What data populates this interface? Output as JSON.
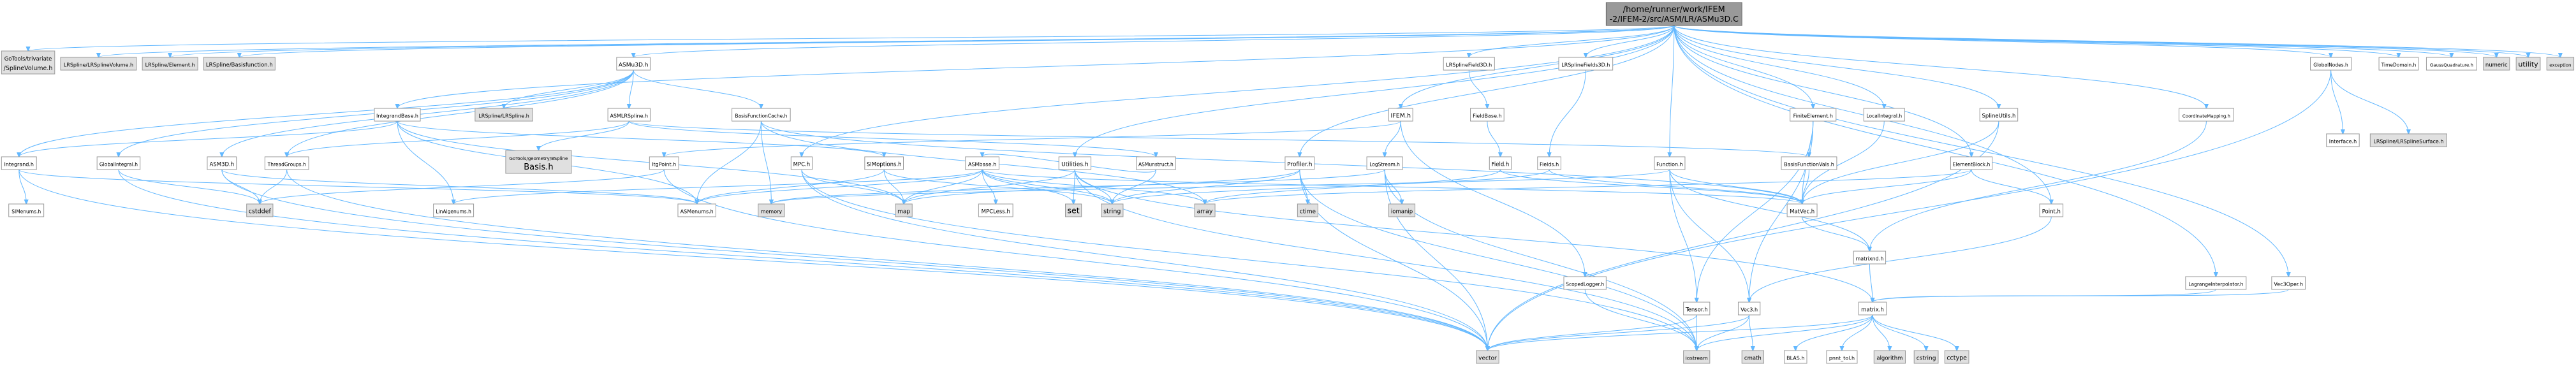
{
  "graph": {
    "root": "n_root",
    "colors": {
      "root_fill": "#999999",
      "internal_fill": "#ffffff",
      "external_fill": "#e0e0e0",
      "edge": "#63b8ff"
    },
    "nodes": [
      {
        "id": "n_root",
        "label": [
          "/home/runner/work/IFEM",
          "-2/IFEM-2/src/ASM/LR/ASMu3D.C"
        ],
        "kind": "root"
      },
      {
        "id": "n_gotoolsTriv",
        "label": [
          "GoTools/trivariate",
          "/SplineVolume.h"
        ],
        "kind": "external"
      },
      {
        "id": "n_lrVol",
        "label": [
          "LRSpline/LRSplineVolume.h"
        ],
        "kind": "external"
      },
      {
        "id": "n_lrElem",
        "label": [
          "LRSpline/Element.h"
        ],
        "kind": "external"
      },
      {
        "id": "n_lrBasis",
        "label": [
          "LRSpline/Basisfunction.h"
        ],
        "kind": "external"
      },
      {
        "id": "n_asmu3dh",
        "label": [
          "ASMu3D.h"
        ],
        "kind": "internal"
      },
      {
        "id": "n_lrfield3d",
        "label": [
          "LRSplineField3D.h"
        ],
        "kind": "internal"
      },
      {
        "id": "n_lrfields3d",
        "label": [
          "LRSplineFields3D.h"
        ],
        "kind": "internal"
      },
      {
        "id": "n_globalnodes",
        "label": [
          "GlobalNodes.h"
        ],
        "kind": "internal"
      },
      {
        "id": "n_timedomain",
        "label": [
          "TimeDomain.h"
        ],
        "kind": "internal"
      },
      {
        "id": "n_gaussquad",
        "label": [
          "GaussQuadrature.h"
        ],
        "kind": "internal"
      },
      {
        "id": "n_numeric",
        "label": [
          "numeric"
        ],
        "kind": "external"
      },
      {
        "id": "n_utility",
        "label": [
          "utility"
        ],
        "kind": "external"
      },
      {
        "id": "n_exception",
        "label": [
          "exception"
        ],
        "kind": "external"
      },
      {
        "id": "n_integrandbase",
        "label": [
          "IntegrandBase.h"
        ],
        "kind": "internal"
      },
      {
        "id": "n_lrspline",
        "label": [
          "LRSpline/LRSpline.h"
        ],
        "kind": "external"
      },
      {
        "id": "n_asmlrspline",
        "label": [
          "ASMLRSpline.h"
        ],
        "kind": "internal"
      },
      {
        "id": "n_basisfc",
        "label": [
          "BasisFunctionCache.h"
        ],
        "kind": "internal"
      },
      {
        "id": "n_ifem",
        "label": [
          "IFEM.h"
        ],
        "kind": "internal"
      },
      {
        "id": "n_fieldbase",
        "label": [
          "FieldBase.h"
        ],
        "kind": "internal"
      },
      {
        "id": "n_finiteelem",
        "label": [
          "FiniteElement.h"
        ],
        "kind": "internal"
      },
      {
        "id": "n_localintegral",
        "label": [
          "LocalIntegral.h"
        ],
        "kind": "internal"
      },
      {
        "id": "n_splineutils",
        "label": [
          "SplineUtils.h"
        ],
        "kind": "internal"
      },
      {
        "id": "n_coordmap",
        "label": [
          "CoordinateMapping.h"
        ],
        "kind": "internal"
      },
      {
        "id": "n_interface",
        "label": [
          "Interface.h"
        ],
        "kind": "internal"
      },
      {
        "id": "n_lrsurf",
        "label": [
          "LRSpline/LRSplineSurface.h"
        ],
        "kind": "external"
      },
      {
        "id": "n_integrand",
        "label": [
          "Integrand.h"
        ],
        "kind": "internal"
      },
      {
        "id": "n_globalintegral",
        "label": [
          "GlobalIntegral.h"
        ],
        "kind": "internal"
      },
      {
        "id": "n_asm3d",
        "label": [
          "ASM3D.h"
        ],
        "kind": "internal"
      },
      {
        "id": "n_threadgroups",
        "label": [
          "ThreadGroups.h"
        ],
        "kind": "internal"
      },
      {
        "id": "n_gotoolsbspline",
        "label": [
          "GoTools/geometry/BSpline",
          "Basis.h"
        ],
        "kind": "external"
      },
      {
        "id": "n_itgpoint",
        "label": [
          "ItgPoint.h"
        ],
        "kind": "internal"
      },
      {
        "id": "n_mpc",
        "label": [
          "MPC.h"
        ],
        "kind": "internal"
      },
      {
        "id": "n_simoptions",
        "label": [
          "SIMoptions.h"
        ],
        "kind": "internal"
      },
      {
        "id": "n_asmbase",
        "label": [
          "ASMbase.h"
        ],
        "kind": "internal"
      },
      {
        "id": "n_utilities",
        "label": [
          "Utilities.h"
        ],
        "kind": "internal"
      },
      {
        "id": "n_asmunstruct",
        "label": [
          "ASMunstruct.h"
        ],
        "kind": "internal"
      },
      {
        "id": "n_profiler",
        "label": [
          "Profiler.h"
        ],
        "kind": "internal"
      },
      {
        "id": "n_logstream",
        "label": [
          "LogStream.h"
        ],
        "kind": "internal"
      },
      {
        "id": "n_field",
        "label": [
          "Field.h"
        ],
        "kind": "internal"
      },
      {
        "id": "n_fields",
        "label": [
          "Fields.h"
        ],
        "kind": "internal"
      },
      {
        "id": "n_function",
        "label": [
          "Function.h"
        ],
        "kind": "internal"
      },
      {
        "id": "n_basisfvals",
        "label": [
          "BasisFunctionVals.h"
        ],
        "kind": "internal"
      },
      {
        "id": "n_elementblock",
        "label": [
          "ElementBlock.h"
        ],
        "kind": "internal"
      },
      {
        "id": "n_simenums",
        "label": [
          "SIMenums.h"
        ],
        "kind": "internal"
      },
      {
        "id": "n_cstddef",
        "label": [
          "cstddef"
        ],
        "kind": "external"
      },
      {
        "id": "n_linalgenums",
        "label": [
          "LinAlgenums.h"
        ],
        "kind": "internal"
      },
      {
        "id": "n_asmenums",
        "label": [
          "ASMenums.h"
        ],
        "kind": "internal"
      },
      {
        "id": "n_memory",
        "label": [
          "memory"
        ],
        "kind": "external"
      },
      {
        "id": "n_map",
        "label": [
          "map"
        ],
        "kind": "external"
      },
      {
        "id": "n_mpcless",
        "label": [
          "MPCLess.h"
        ],
        "kind": "internal"
      },
      {
        "id": "n_set",
        "label": [
          "set"
        ],
        "kind": "external"
      },
      {
        "id": "n_string",
        "label": [
          "string"
        ],
        "kind": "external"
      },
      {
        "id": "n_array",
        "label": [
          "array"
        ],
        "kind": "external"
      },
      {
        "id": "n_ctime",
        "label": [
          "ctime"
        ],
        "kind": "external"
      },
      {
        "id": "n_iomanip",
        "label": [
          "iomanip"
        ],
        "kind": "external"
      },
      {
        "id": "n_matvec",
        "label": [
          "MatVec.h"
        ],
        "kind": "internal"
      },
      {
        "id": "n_point",
        "label": [
          "Point.h"
        ],
        "kind": "internal"
      },
      {
        "id": "n_lagrange",
        "label": [
          "LagrangeInterpolator.h"
        ],
        "kind": "internal"
      },
      {
        "id": "n_vec3oper",
        "label": [
          "Vec3Oper.h"
        ],
        "kind": "internal"
      },
      {
        "id": "n_scopedlogger",
        "label": [
          "ScopedLogger.h"
        ],
        "kind": "internal"
      },
      {
        "id": "n_matrixnd",
        "label": [
          "matrixnd.h"
        ],
        "kind": "internal"
      },
      {
        "id": "n_tensor",
        "label": [
          "Tensor.h"
        ],
        "kind": "internal"
      },
      {
        "id": "n_vec3",
        "label": [
          "Vec3.h"
        ],
        "kind": "internal"
      },
      {
        "id": "n_matrix",
        "label": [
          "matrix.h"
        ],
        "kind": "internal"
      },
      {
        "id": "n_vector",
        "label": [
          "vector"
        ],
        "kind": "external"
      },
      {
        "id": "n_iostream",
        "label": [
          "iostream"
        ],
        "kind": "external"
      },
      {
        "id": "n_cmath",
        "label": [
          "cmath"
        ],
        "kind": "external"
      },
      {
        "id": "n_blas",
        "label": [
          "BLAS.h"
        ],
        "kind": "internal"
      },
      {
        "id": "n_pnttol",
        "label": [
          "pnnt_tol.h"
        ],
        "kind": "internal"
      },
      {
        "id": "n_algorithm",
        "label": [
          "algorithm"
        ],
        "kind": "external"
      },
      {
        "id": "n_cstring",
        "label": [
          "cstring"
        ],
        "kind": "external"
      },
      {
        "id": "n_cctype",
        "label": [
          "cctype"
        ],
        "kind": "external"
      }
    ],
    "edges": [
      [
        "n_root",
        "n_gotoolsTriv"
      ],
      [
        "n_root",
        "n_lrVol"
      ],
      [
        "n_root",
        "n_lrElem"
      ],
      [
        "n_root",
        "n_lrBasis"
      ],
      [
        "n_root",
        "n_asmu3dh"
      ],
      [
        "n_root",
        "n_lrfield3d"
      ],
      [
        "n_root",
        "n_lrfields3d"
      ],
      [
        "n_root",
        "n_globalnodes"
      ],
      [
        "n_root",
        "n_timedomain"
      ],
      [
        "n_root",
        "n_gaussquad"
      ],
      [
        "n_root",
        "n_numeric"
      ],
      [
        "n_root",
        "n_utility"
      ],
      [
        "n_root",
        "n_exception"
      ],
      [
        "n_root",
        "n_integrandbase"
      ],
      [
        "n_root",
        "n_ifem"
      ],
      [
        "n_root",
        "n_finiteelem"
      ],
      [
        "n_root",
        "n_localintegral"
      ],
      [
        "n_root",
        "n_splineutils"
      ],
      [
        "n_root",
        "n_coordmap"
      ],
      [
        "n_root",
        "n_lagrange"
      ],
      [
        "n_root",
        "n_vec3oper"
      ],
      [
        "n_root",
        "n_profiler"
      ],
      [
        "n_root",
        "n_utilities"
      ],
      [
        "n_root",
        "n_function"
      ],
      [
        "n_root",
        "n_elementblock"
      ],
      [
        "n_root",
        "n_mpc"
      ],
      [
        "n_root",
        "n_point"
      ],
      [
        "n_asmu3dh",
        "n_lrspline"
      ],
      [
        "n_asmu3dh",
        "n_asmlrspline"
      ],
      [
        "n_asmu3dh",
        "n_basisfc"
      ],
      [
        "n_asmu3dh",
        "n_integrand"
      ],
      [
        "n_asmu3dh",
        "n_globalintegral"
      ],
      [
        "n_asmu3dh",
        "n_asm3d"
      ],
      [
        "n_asmu3dh",
        "n_threadgroups"
      ],
      [
        "n_asmlrspline",
        "n_gotoolsbspline"
      ],
      [
        "n_asmlrspline",
        "n_asmunstruct"
      ],
      [
        "n_asmlrspline",
        "n_threadgroups"
      ],
      [
        "n_asmlrspline",
        "n_basisfvals"
      ],
      [
        "n_basisfc",
        "n_memory"
      ],
      [
        "n_basisfc",
        "n_asmenums"
      ],
      [
        "n_basisfc",
        "n_array"
      ],
      [
        "n_basisfc",
        "n_matvec"
      ],
      [
        "n_integrandbase",
        "n_integrand"
      ],
      [
        "n_integrandbase",
        "n_simoptions"
      ],
      [
        "n_integrandbase",
        "n_asmenums"
      ],
      [
        "n_integrandbase",
        "n_map"
      ],
      [
        "n_integrandbase",
        "n_linalgenums"
      ],
      [
        "n_integrand",
        "n_simenums"
      ],
      [
        "n_integrand",
        "n_vector"
      ],
      [
        "n_integrand",
        "n_asmenums"
      ],
      [
        "n_globalintegral",
        "n_cstddef"
      ],
      [
        "n_globalintegral",
        "n_vector"
      ],
      [
        "n_asm3d",
        "n_cstddef"
      ],
      [
        "n_asm3d",
        "n_vector"
      ],
      [
        "n_asm3d",
        "n_asmenums"
      ],
      [
        "n_threadgroups",
        "n_cstddef"
      ],
      [
        "n_threadgroups",
        "n_vector"
      ],
      [
        "n_lrfield3d",
        "n_fieldbase"
      ],
      [
        "n_fieldbase",
        "n_field"
      ],
      [
        "n_field",
        "n_matvec"
      ],
      [
        "n_field",
        "n_array"
      ],
      [
        "n_lrfields3d",
        "n_fields"
      ],
      [
        "n_fields",
        "n_matvec"
      ],
      [
        "n_fields",
        "n_string"
      ],
      [
        "n_globalnodes",
        "n_interface"
      ],
      [
        "n_globalnodes",
        "n_lrsurf"
      ],
      [
        "n_globalnodes",
        "n_vector"
      ],
      [
        "n_ifem",
        "n_logstream"
      ],
      [
        "n_ifem",
        "n_scopedlogger"
      ],
      [
        "n_ifem",
        "n_itgpoint"
      ],
      [
        "n_itgpoint",
        "n_cstddef"
      ],
      [
        "n_itgpoint",
        "n_vector"
      ],
      [
        "n_logstream",
        "n_iomanip"
      ],
      [
        "n_logstream",
        "n_iostream"
      ],
      [
        "n_logstream",
        "n_memory"
      ],
      [
        "n_logstream",
        "n_vector"
      ],
      [
        "n_scopedlogger",
        "n_iostream"
      ],
      [
        "n_mpc",
        "n_map"
      ],
      [
        "n_mpc",
        "n_iostream"
      ],
      [
        "n_mpc",
        "n_vector"
      ],
      [
        "n_simoptions",
        "n_map"
      ],
      [
        "n_simoptions",
        "n_string"
      ],
      [
        "n_simoptions",
        "n_asmenums"
      ],
      [
        "n_asmbase",
        "n_map"
      ],
      [
        "n_asmbase",
        "n_mpcless"
      ],
      [
        "n_asmbase",
        "n_set"
      ],
      [
        "n_asmbase",
        "n_string"
      ],
      [
        "n_asmbase",
        "n_array"
      ],
      [
        "n_asmbase",
        "n_matvec"
      ],
      [
        "n_asmbase",
        "n_asmenums"
      ],
      [
        "n_asmbase",
        "n_linalgenums"
      ],
      [
        "n_asmunstruct",
        "n_asmbase"
      ],
      [
        "n_asmunstruct",
        "n_string"
      ],
      [
        "n_utilities",
        "n_map"
      ],
      [
        "n_utilities",
        "n_set"
      ],
      [
        "n_utilities",
        "n_string"
      ],
      [
        "n_utilities",
        "n_iostream"
      ],
      [
        "n_utilities",
        "n_matrix"
      ],
      [
        "n_profiler",
        "n_ctime"
      ],
      [
        "n_profiler",
        "n_map"
      ],
      [
        "n_profiler",
        "n_string"
      ],
      [
        "n_profiler",
        "n_iostream"
      ],
      [
        "n_profiler",
        "n_vector"
      ],
      [
        "n_finiteelem",
        "n_matvec"
      ],
      [
        "n_finiteelem",
        "n_basisfvals"
      ],
      [
        "n_finiteelem",
        "n_tensor"
      ],
      [
        "n_finiteelem",
        "n_vec3"
      ],
      [
        "n_localintegral",
        "n_matvec"
      ],
      [
        "n_splineutils",
        "n_matvec"
      ],
      [
        "n_splineutils",
        "n_vector"
      ],
      [
        "n_function",
        "n_matvec"
      ],
      [
        "n_function",
        "n_tensor"
      ],
      [
        "n_function",
        "n_vec3"
      ],
      [
        "n_function",
        "n_matrixnd"
      ],
      [
        "n_function",
        "n_memory"
      ],
      [
        "n_basisfvals",
        "n_matvec"
      ],
      [
        "n_elementblock",
        "n_matvec"
      ],
      [
        "n_elementblock",
        "n_point"
      ],
      [
        "n_elementblock",
        "n_array"
      ],
      [
        "n_matvec",
        "n_matrixnd"
      ],
      [
        "n_matrixnd",
        "n_matrix"
      ],
      [
        "n_point",
        "n_vec3"
      ],
      [
        "n_coordmap",
        "n_matrixnd"
      ],
      [
        "n_lagrange",
        "n_matrix"
      ],
      [
        "n_vec3oper",
        "n_matrix"
      ],
      [
        "n_tensor",
        "n_vector"
      ],
      [
        "n_tensor",
        "n_iostream"
      ],
      [
        "n_vec3",
        "n_vector"
      ],
      [
        "n_vec3",
        "n_iostream"
      ],
      [
        "n_vec3",
        "n_cmath"
      ],
      [
        "n_matrix",
        "n_vector"
      ],
      [
        "n_matrix",
        "n_iostream"
      ],
      [
        "n_matrix",
        "n_blas"
      ],
      [
        "n_matrix",
        "n_pnttol"
      ],
      [
        "n_matrix",
        "n_algorithm"
      ],
      [
        "n_matrix",
        "n_cstring"
      ],
      [
        "n_matrix",
        "n_cctype"
      ]
    ]
  }
}
